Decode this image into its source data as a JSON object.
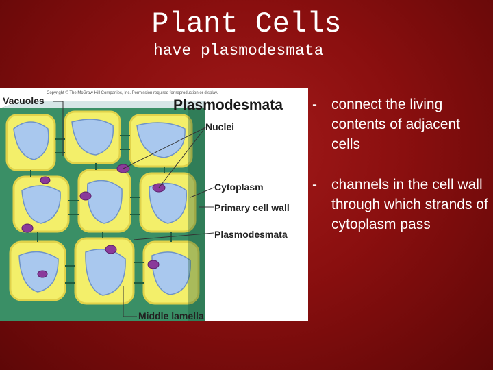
{
  "slide": {
    "title": "Plant Cells",
    "subtitle": "have plasmodesmata"
  },
  "figure": {
    "heading": "Plasmodesmata",
    "copyright": "Copyright © The McGraw-Hill Companies, Inc. Permission required for reproduction or display.",
    "labels": {
      "vacuoles": "Vacuoles",
      "nuclei": "Nuclei",
      "cytoplasm": "Cytoplasm",
      "primary_wall": "Primary cell wall",
      "plasmodesmata": "Plasmodesmata",
      "middle_lamella": "Middle lamella"
    },
    "colors": {
      "cytoplasm": "#f3ef6a",
      "cell_wall": "#2f8a63",
      "vacuole": "#a9c8ee",
      "nucleus": "#8a3a9a"
    }
  },
  "bullets": [
    {
      "marker": "-",
      "text": "connect the living contents of adjacent cells"
    },
    {
      "marker": "-",
      "text": "channels in the cell wall through which strands of cytoplasm pass"
    }
  ]
}
